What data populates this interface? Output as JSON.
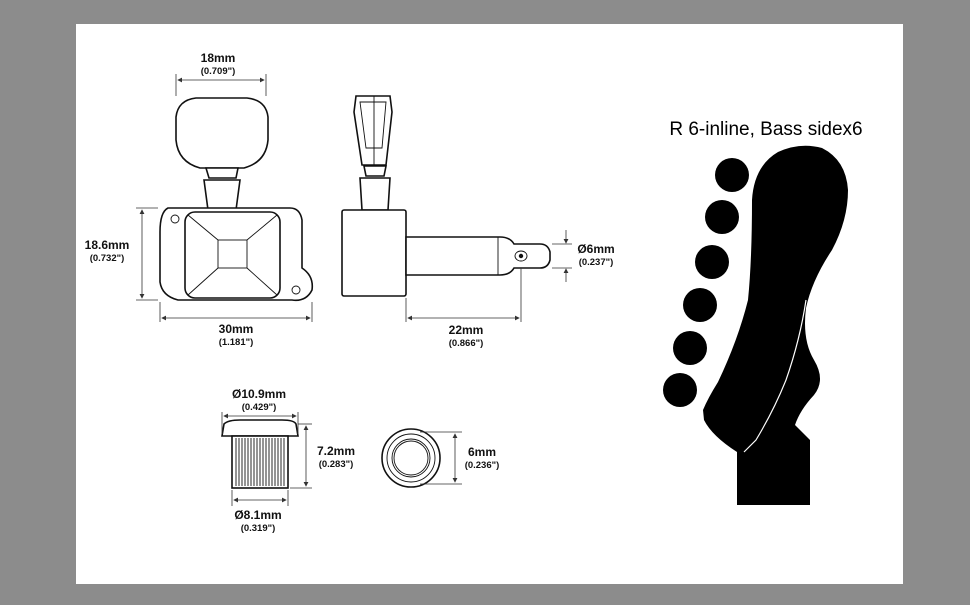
{
  "colors": {
    "frame": "#8c8c8c",
    "canvas": "#ffffff",
    "ink": "#000000"
  },
  "headstock": {
    "title": "R 6-inline, Bass sidex6"
  },
  "dimensions": {
    "button_width": {
      "mm": "18mm",
      "inch": "(0.709\")"
    },
    "housing_height": {
      "mm": "18.6mm",
      "inch": "(0.732\")"
    },
    "housing_width": {
      "mm": "30mm",
      "inch": "(1.181\")"
    },
    "post_diameter": {
      "mm": "Ø6mm",
      "inch": "(0.237\")"
    },
    "post_length": {
      "mm": "22mm",
      "inch": "(0.866\")"
    },
    "bushing_flange_diameter": {
      "mm": "Ø10.9mm",
      "inch": "(0.429\")"
    },
    "bushing_height": {
      "mm": "7.2mm",
      "inch": "(0.283\")"
    },
    "bushing_diameter": {
      "mm": "Ø8.1mm",
      "inch": "(0.319\")"
    },
    "washer_diameter": {
      "mm": "6mm",
      "inch": "(0.236\")"
    }
  }
}
